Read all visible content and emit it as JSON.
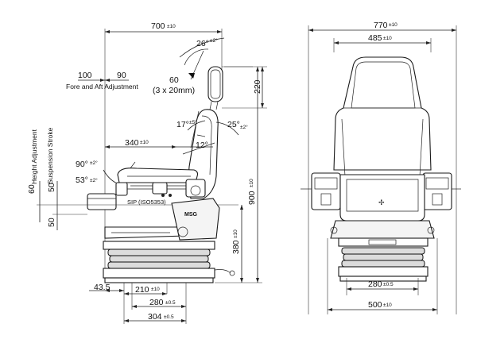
{
  "side_view": {
    "overall_depth": "700",
    "overall_depth_tol": "±10",
    "backrest_tilt": "26°",
    "backrest_tilt_tol": "±2°",
    "fore_aft_rear": "100",
    "fore_aft_front": "90",
    "fore_aft_label": "Fore and Aft Adjustment",
    "headrest_travel": "60",
    "headrest_steps": "(3 x 20mm)",
    "headrest_height": "220",
    "lumbar_angle": "17°",
    "lumbar_angle_tol": "±5°",
    "recline_angle": "25°",
    "recline_angle_tol": "±2°",
    "seat_angle": "12°",
    "sip_distance": "340",
    "sip_distance_tol": "±10",
    "armrest_angle_up": "90°",
    "armrest_angle_up_tol": "±2°",
    "armrest_angle_tilt": "53°",
    "armrest_angle_tilt_tol": "±2°",
    "height_adjustment_label": "Height Adjustment",
    "height_adjustment_value": "60",
    "suspension_stroke_label": "Suspension Stroke",
    "suspension_stroke_value": "50",
    "suspension_stroke_value_lower": "50",
    "sip_label": "SIP (ISO5353)",
    "total_height": "900",
    "total_height_tol": "±10",
    "base_height": "380",
    "base_height_tol": "±10",
    "offset_front": "43.5",
    "mount_width_1": "210",
    "mount_width_1_tol": "±10",
    "mount_width_2": "280",
    "mount_width_2_tol": "±0.5",
    "mount_width_3": "304",
    "mount_width_3_tol": "±0.5",
    "brand_mark": "MSG"
  },
  "front_view": {
    "overall_width": "770",
    "overall_width_tol": "±10",
    "backrest_width": "485",
    "backrest_width_tol": "±10",
    "mount_width": "280",
    "mount_width_tol": "±0.5",
    "base_width": "500",
    "base_width_tol": "±10"
  }
}
